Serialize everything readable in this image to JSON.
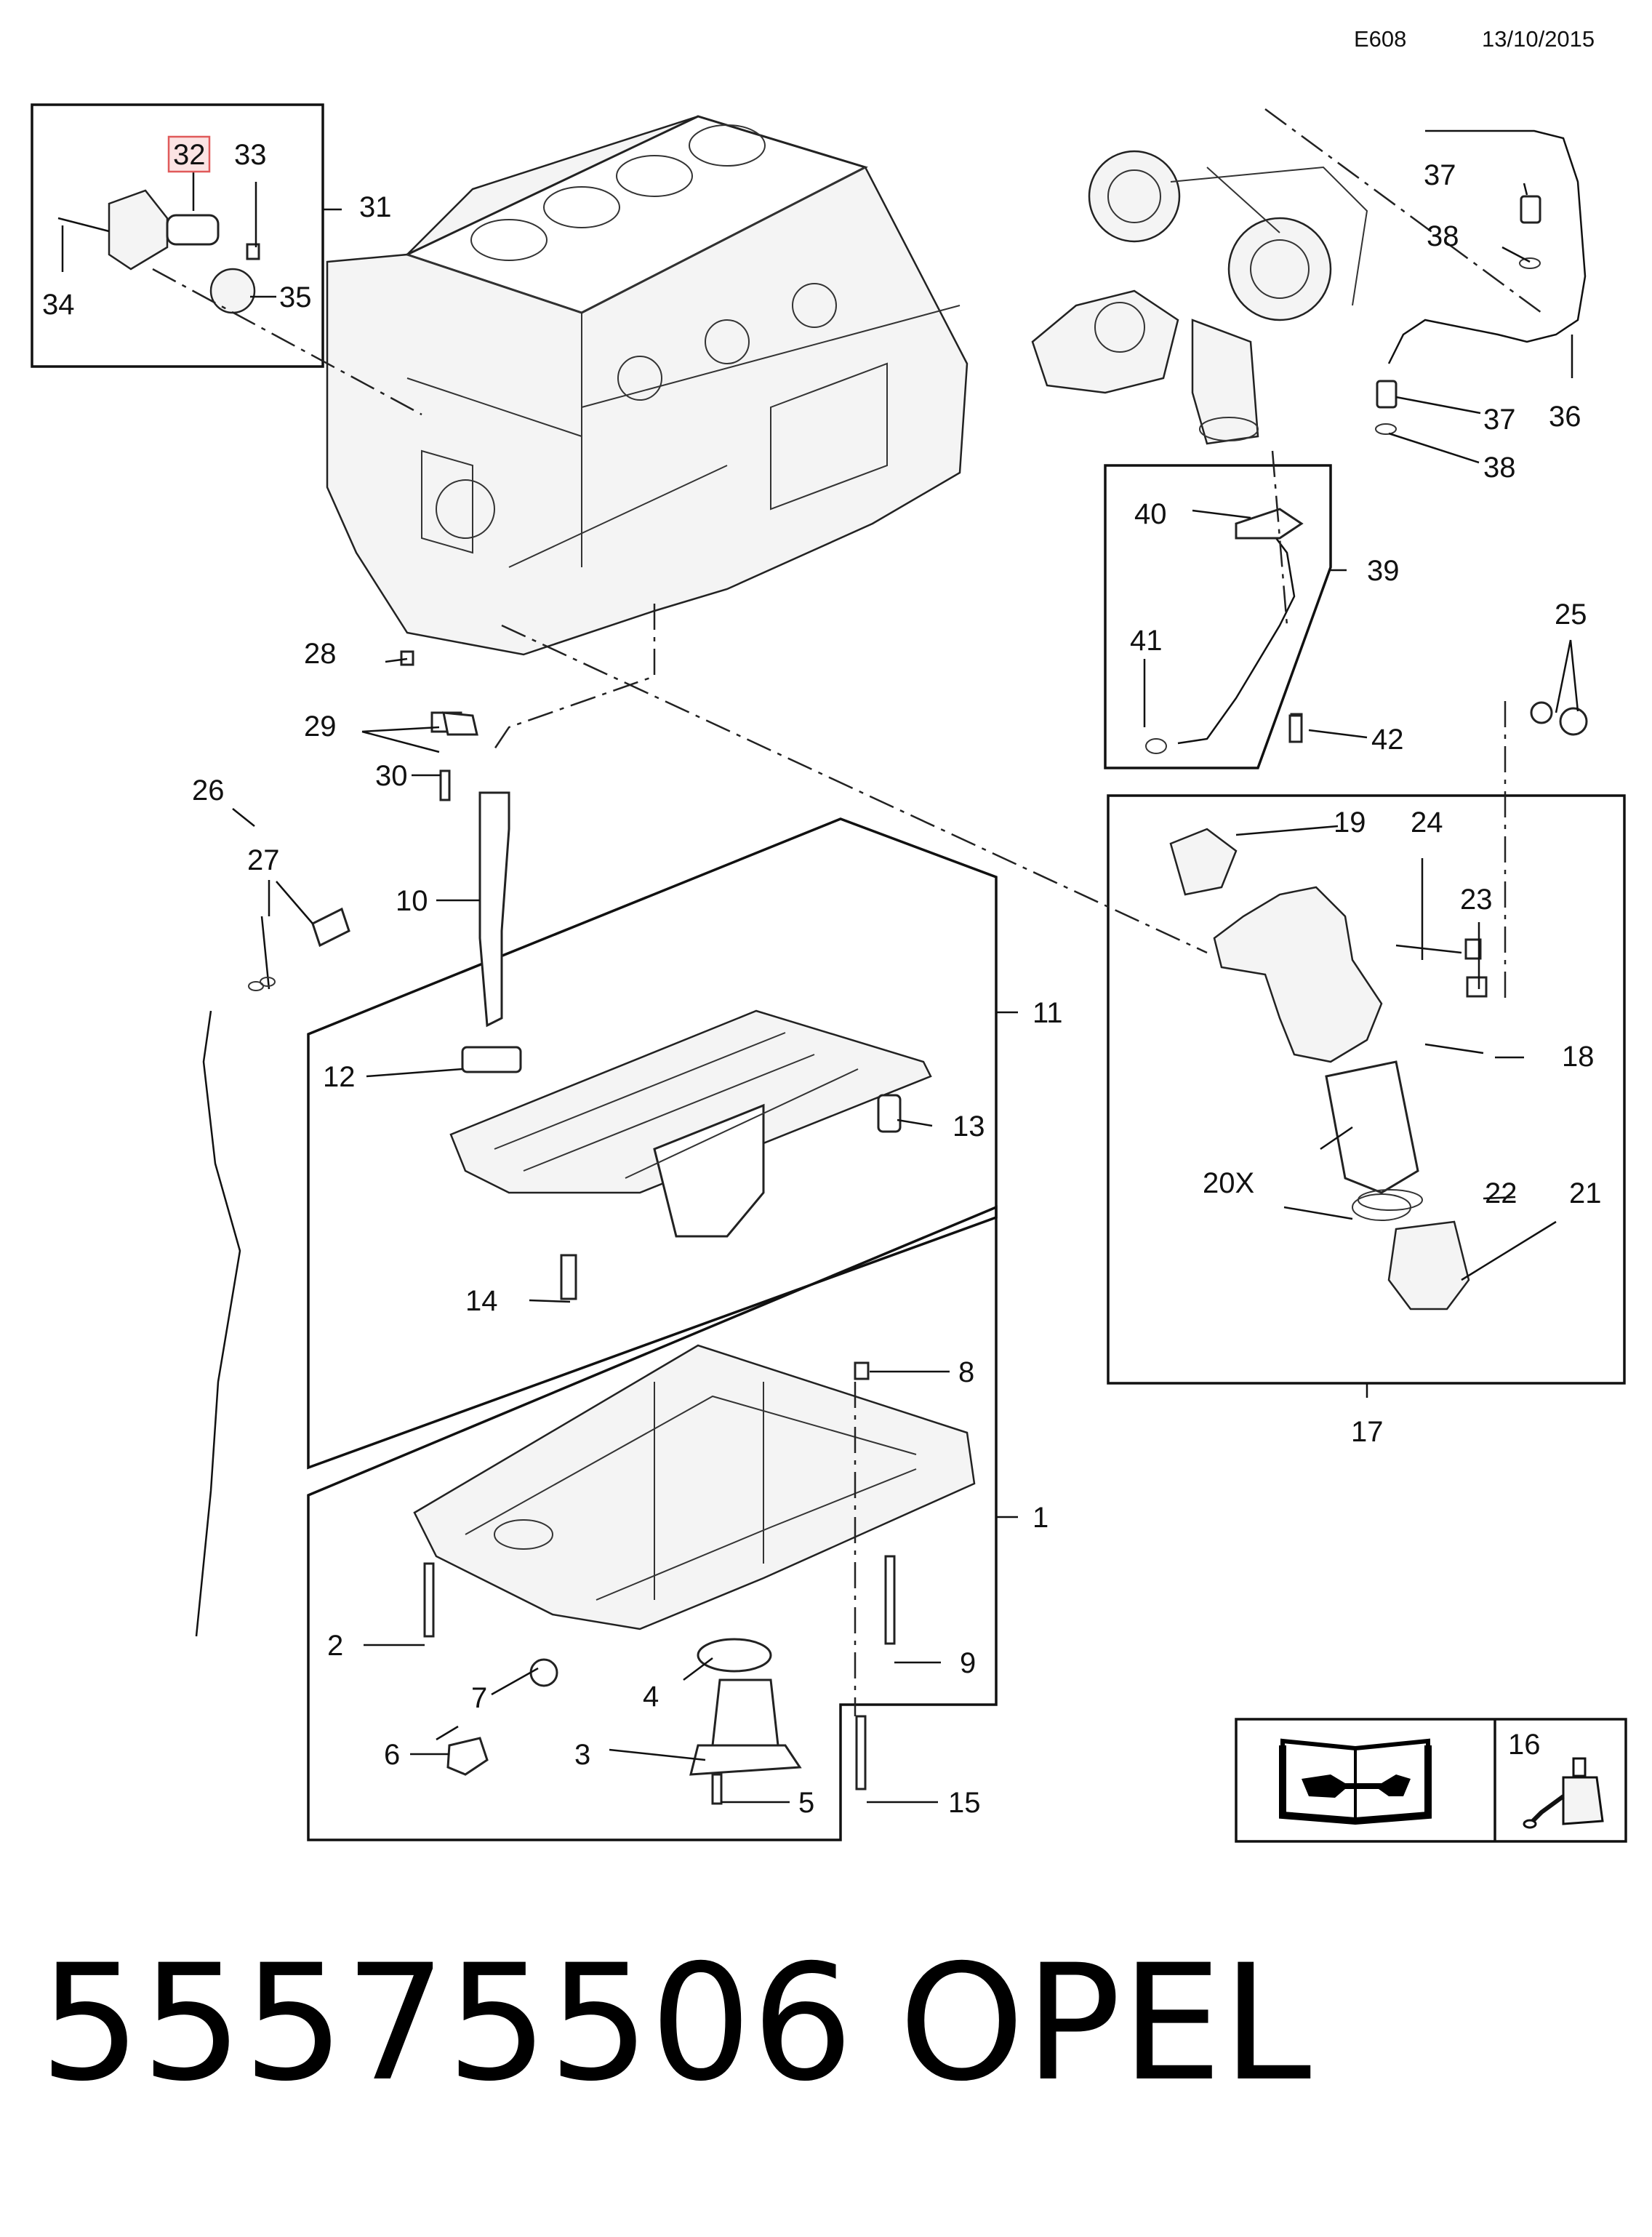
{
  "header": {
    "code": "E608",
    "date": "13/10/2015"
  },
  "callouts": {
    "c1": "1",
    "c2": "2",
    "c3": "3",
    "c4": "4",
    "c5": "5",
    "c6": "6",
    "c7": "7",
    "c8": "8",
    "c9": "9",
    "c10": "10",
    "c11": "11",
    "c12": "12",
    "c13": "13",
    "c14": "14",
    "c15": "15",
    "c16": "16",
    "c17": "17",
    "c18": "18",
    "c19": "19",
    "c20x": "20X",
    "c21": "21",
    "c22": "22",
    "c23": "23",
    "c24": "24",
    "c25": "25",
    "c26": "26",
    "c27": "27",
    "c28": "28",
    "c29": "29",
    "c30": "30",
    "c31": "31",
    "c32": "32",
    "c33": "33",
    "c34": "34",
    "c35": "35",
    "c36": "36",
    "c37a": "37",
    "c37b": "37",
    "c38a": "38",
    "c38b": "38",
    "c39": "39",
    "c40": "40",
    "c41": "41",
    "c42": "42"
  },
  "highlighted_callout": "32",
  "legend_icons": [
    "service-manual-icon",
    "sealant-tube-icon"
  ],
  "footer": {
    "part_number": "55575506",
    "brand": "OPEL"
  }
}
